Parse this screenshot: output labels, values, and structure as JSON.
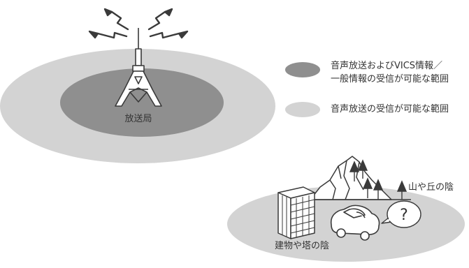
{
  "station_label": "放送局",
  "legend": [
    {
      "lines": [
        "音声放送およびVICS情報／",
        "一般情報の受信が可能な範囲"
      ],
      "color": "#8f8f8f"
    },
    {
      "lines": [
        "音声放送の受信が可能な範囲"
      ],
      "color": "#d3d3d3"
    }
  ],
  "mountain_label": "山や丘の陰",
  "building_label": "建物や塔の陰",
  "question_mark": "?",
  "colors": {
    "outer_zone": "#d3d3d3",
    "inner_zone": "#8f8f8f",
    "line": "#3a3a3a",
    "building_fill": "#ffffff"
  },
  "icons": [
    "broadcast-tower-icon",
    "signal-wave-icon",
    "car-icon",
    "building-icon",
    "mountain-icon",
    "tree-icon"
  ]
}
